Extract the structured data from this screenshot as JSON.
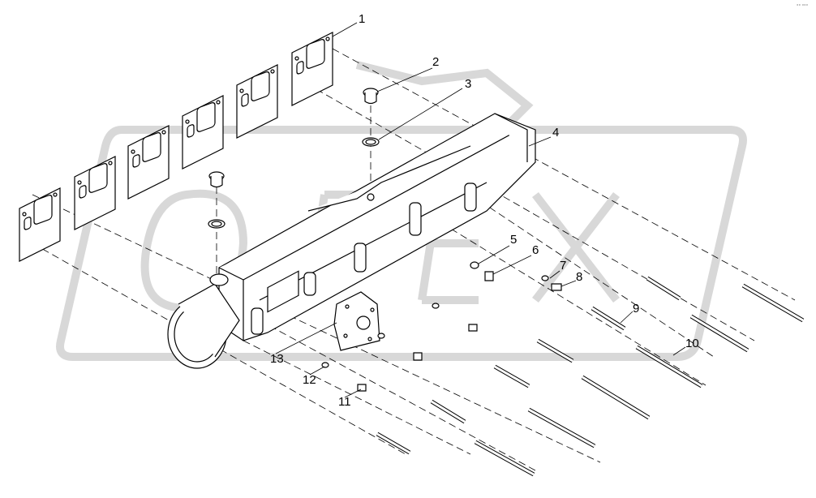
{
  "diagram": {
    "callouts": [
      "1",
      "2",
      "3",
      "4",
      "5",
      "6",
      "7",
      "8",
      "9",
      "10",
      "11",
      "12",
      "13"
    ],
    "corner_mark": "°° °°°"
  }
}
